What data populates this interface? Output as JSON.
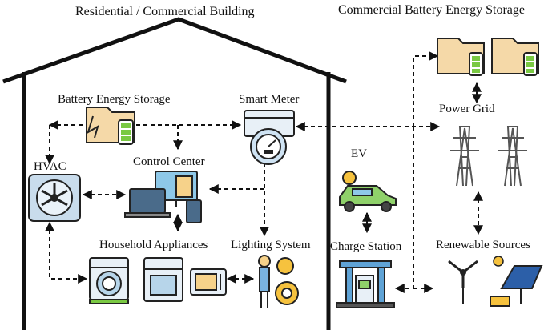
{
  "building": {
    "title": "Residential / Commercial Building",
    "battery_storage": "Battery Energy Storage",
    "smart_meter": "Smart Meter",
    "control_center": "Control Center",
    "hvac": "HVAC",
    "household_appliances": "Household Appliances",
    "lighting_system": "Lighting System"
  },
  "external": {
    "commercial_storage": "Commercial Battery Energy Storage",
    "power_grid": "Power Grid",
    "ev": "EV",
    "charge_station": "Charge Station",
    "renewable_sources": "Renewable Sources"
  },
  "colors": {
    "battery_body": "#f5d9a8",
    "battery_cell": "#7ac943",
    "hvac_body": "#c9dcec",
    "ev_body": "#8fd16a",
    "screen": "#8ec8e8",
    "appliance": "#b7d5ea",
    "tower": "#888888",
    "solar": "#2c5fa8",
    "sun": "#f6c23e",
    "station": "#5fa3d6"
  }
}
